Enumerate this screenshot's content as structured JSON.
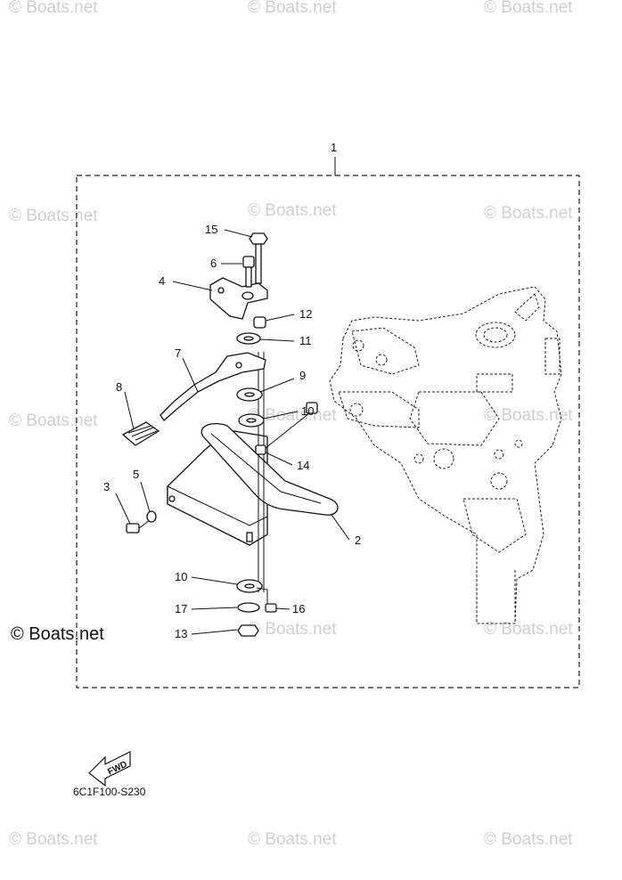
{
  "diagram": {
    "callouts": [
      "1",
      "2",
      "3",
      "4",
      "5",
      "6",
      "7",
      "8",
      "9",
      "10",
      "10",
      "11",
      "12",
      "13",
      "14",
      "15",
      "16",
      "17"
    ],
    "drawing_code": "6C1F100-S230",
    "fwd_label": "FWD",
    "watermark_text": "© Boats.net",
    "watermark_main": "© Boats.net"
  }
}
